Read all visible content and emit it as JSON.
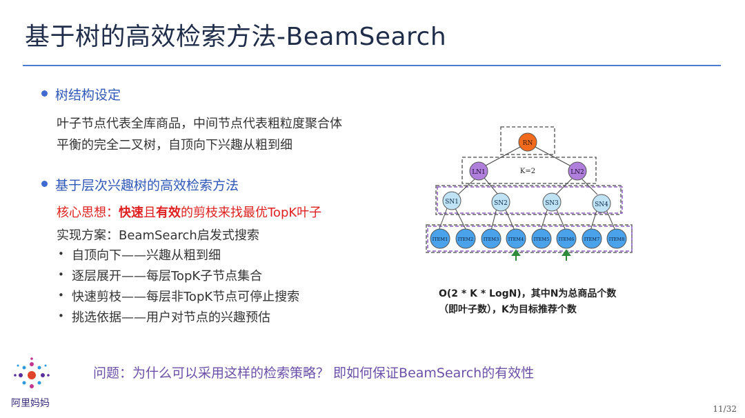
{
  "title": "基于树的高效检索方法-BeamSearch",
  "section1": {
    "heading": "树结构设定",
    "lines": [
      "叶子节点代表全库商品，中间节点代表粗粒度聚合体",
      "平衡的完全二叉树，自顶向下兴趣从粗到细"
    ]
  },
  "section2": {
    "heading": "基于层次兴趣树的高效检索方法",
    "core_prefix": "核心思想：",
    "core_bold1": "快速",
    "core_mid": "且",
    "core_bold2": "有效",
    "core_suffix": "的剪枝来找最优TopK叶子",
    "plan": "实现方案：BeamSearch启发式搜索",
    "bullets": [
      "自顶向下——兴趣从粗到细",
      "逐层展开——每层TopK子节点集合",
      "快速剪枝——每层非TopK节点可停止搜索",
      "挑选依据——用户对节点的兴趣预估"
    ]
  },
  "diagram": {
    "root": "RN",
    "k_label": "K=2",
    "level1": [
      "LN1",
      "LN2"
    ],
    "level2": [
      "SN1",
      "SN2",
      "SN3",
      "SN4"
    ],
    "leaves": [
      "ITEM1",
      "ITEM2",
      "ITEM3",
      "ITEM4",
      "ITEM5",
      "ITEM6",
      "ITEM7",
      "ITEM8"
    ],
    "formula_line1": "O(2 * K * LogN)，其中N为总商品个数",
    "formula_line2": "（即叶子数），K为目标推荐个数",
    "colors": {
      "root": "#f26a1b",
      "level1": "#b07fdc",
      "level2": "#bfe3f5",
      "leaf": "#4aa3ea",
      "arrow": "#2e8b3a"
    }
  },
  "question": "问题：为什么可以采用这样的检索策略？ 即如何保证BeamSearch的有效性",
  "logo_text": "阿里妈妈",
  "page_number": "11/32"
}
